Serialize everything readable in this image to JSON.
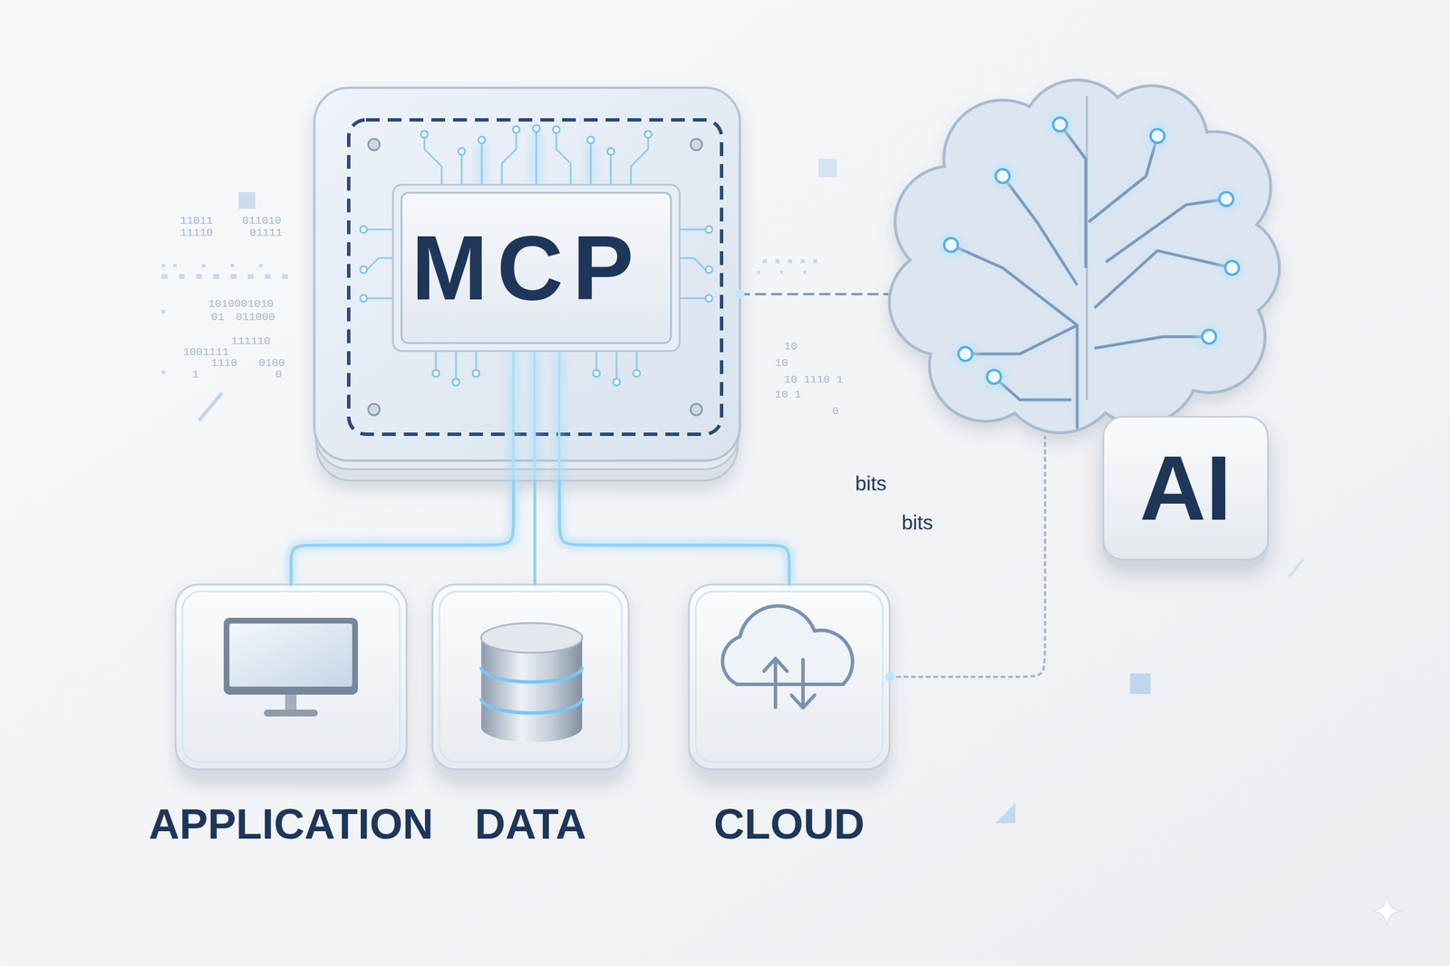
{
  "diagram": {
    "nodes": [
      {
        "text": [
          "MCP"
        ]
      },
      {
        "text": [
          "AI"
        ]
      },
      {
        "text": [
          "APPLICATION"
        ]
      },
      {
        "text": [
          "DATA"
        ]
      },
      {
        "text": [
          "CLOUD"
        ]
      }
    ],
    "edges": [
      {
        "from": 0,
        "to": 2,
        "arrow": "none"
      },
      {
        "from": 0,
        "to": 3,
        "arrow": "none"
      },
      {
        "from": 0,
        "to": 4,
        "arrow": "none"
      },
      {
        "from": 0,
        "to": 1,
        "arrow": "none"
      },
      {
        "from": 4,
        "to": 1,
        "arrow": "none"
      }
    ],
    "labels": [
      "11011",
      "011010",
      "11110",
      "01111",
      "1010001010",
      "01",
      "011000",
      "111110",
      "1001111",
      "1110",
      "0100",
      "1",
      "0",
      "10",
      "10",
      "10 1110 1",
      "10 1",
      "0",
      "bits",
      "bits"
    ]
  }
}
